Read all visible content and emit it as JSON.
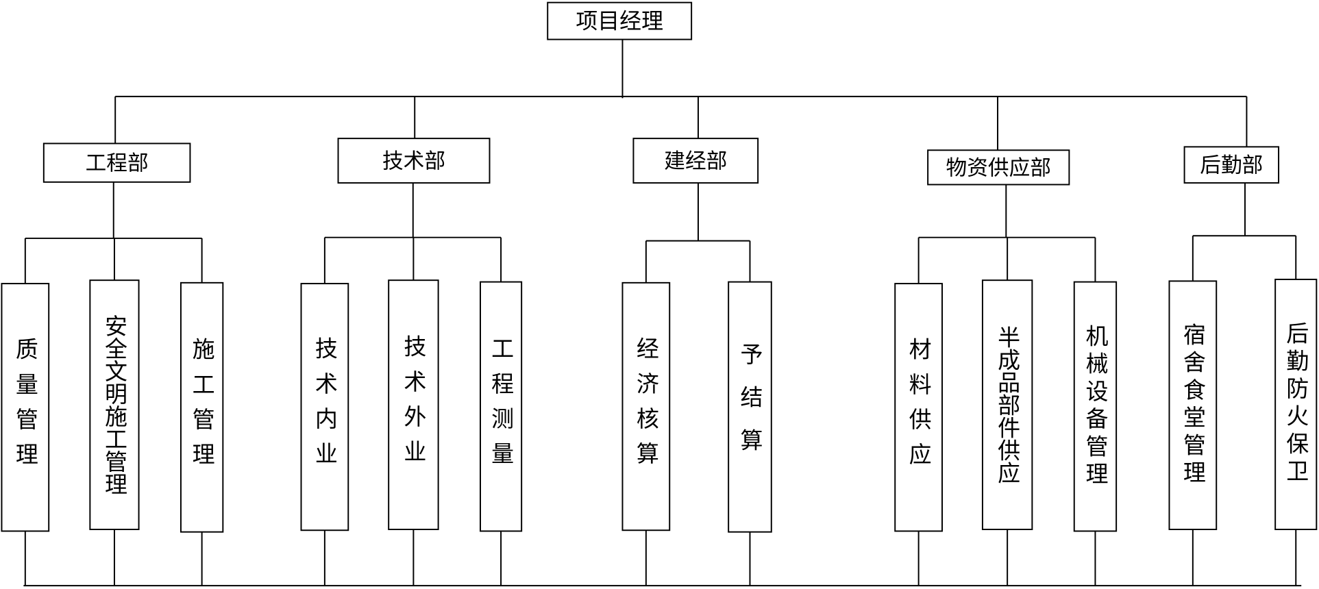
{
  "root": {
    "label": "项目经理"
  },
  "departments": [
    {
      "label": "工程部",
      "children": [
        "质量管理",
        "安全文明施工管理",
        "施工管理"
      ]
    },
    {
      "label": "技术部",
      "children": [
        "技术内业",
        "技术外业",
        "工程测量"
      ]
    },
    {
      "label": "建经部",
      "children": [
        "经济核算",
        "予结算"
      ]
    },
    {
      "label": "物资供应部",
      "children": [
        "材料供应",
        "半成品部件供应",
        "机械设备管理"
      ]
    },
    {
      "label": "后勤部",
      "children": [
        "宿舍食堂管理",
        "后勤防火保卫"
      ]
    }
  ],
  "colors": {
    "line": "#000000",
    "background": "#ffffff"
  }
}
